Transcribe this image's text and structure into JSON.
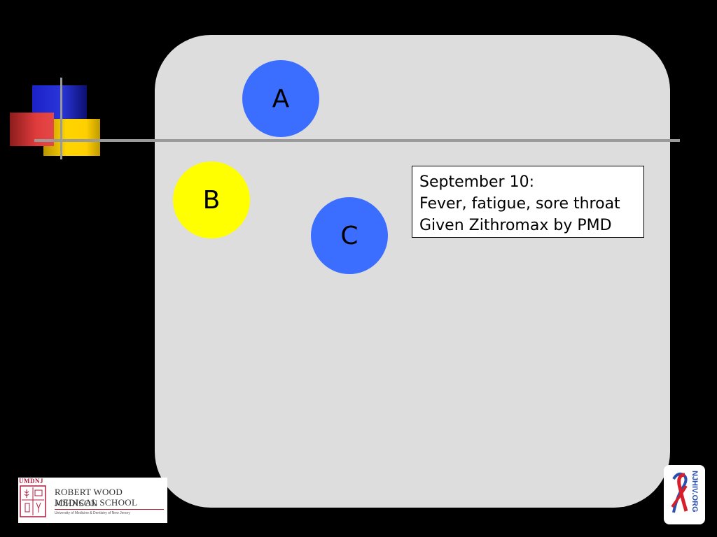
{
  "nodes": [
    {
      "label": "A",
      "color": "#3b6dff"
    },
    {
      "label": "B",
      "color": "#ffff00"
    },
    {
      "label": "C",
      "color": "#3b6dff"
    }
  ],
  "note": {
    "lines": [
      "September 10:",
      "Fever, fatigue, sore throat",
      "Given Zithromax by PMD"
    ]
  },
  "logos": {
    "rwj": {
      "abbrev": "UMDNJ",
      "name_line1": "ROBERT WOOD JOHNSON",
      "name_line2": "MEDICAL SCHOOL",
      "subtitle": "University of Medicine & Dentistry of New Jersey"
    },
    "njhiv": {
      "text": "NJHIV.ORG"
    }
  },
  "colors": {
    "background": "#000000",
    "panel": "#dddddd",
    "accent_blue": "#3b6dff",
    "accent_yellow": "#ffff00"
  }
}
